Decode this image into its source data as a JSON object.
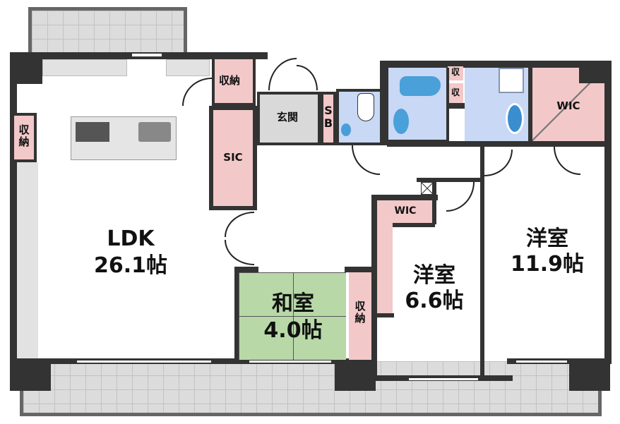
{
  "rooms": {
    "ldk": {
      "name": "LDK",
      "size": "26.1帖"
    },
    "washitsu": {
      "name": "和室",
      "size": "4.0帖"
    },
    "yoshitsu_1": {
      "name": "洋室",
      "size": "6.6帖"
    },
    "yoshitsu_2": {
      "name": "洋室",
      "size": "11.9帖"
    },
    "genkan": {
      "name": "玄関"
    },
    "sb": {
      "name": "S\nB"
    },
    "sic": {
      "name": "SIC"
    },
    "wic_1": {
      "name": "WIC"
    },
    "wic_2": {
      "name": "WIC"
    },
    "storage_ldk_top": {
      "name": "収納"
    },
    "storage_ldk_left": {
      "name": "収\n納"
    },
    "storage_washitsu": {
      "name": "収\n納"
    },
    "storage_bath_1": {
      "name": "収"
    },
    "storage_bath_2": {
      "name": "収"
    }
  },
  "colors": {
    "wall": "#333333",
    "storage": "#f2c8c8",
    "wet_area": "#c8d8f5",
    "tatami": "#b8d8a8",
    "balcony": "#dcdcdc"
  }
}
